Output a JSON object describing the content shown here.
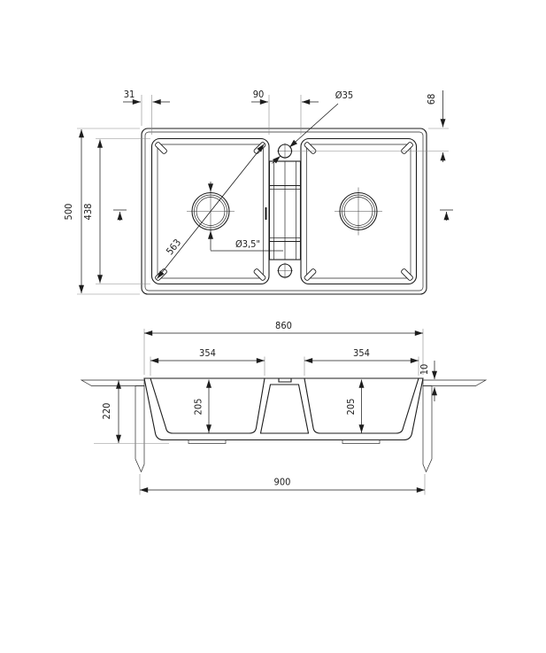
{
  "drawing": {
    "background": "#ffffff",
    "line_color": "#1d1d1d",
    "top_view": {
      "dims": {
        "edge_offset": "31",
        "divider_width": "90",
        "tap_hole_diameter": "Ø35",
        "tap_hole_offset": "68",
        "sink_depth_overall": "500",
        "bowl_length": "438",
        "bowl_diagonal": "563",
        "drain_diameter": "Ø3,5\""
      }
    },
    "section_view": {
      "dims": {
        "sink_width": "860",
        "left_bowl_width": "354",
        "right_bowl_width": "354",
        "countertop_thickness": "10",
        "sink_height": "220",
        "left_bowl_depth": "205",
        "right_bowl_depth": "205",
        "cabinet_width": "900"
      }
    }
  }
}
